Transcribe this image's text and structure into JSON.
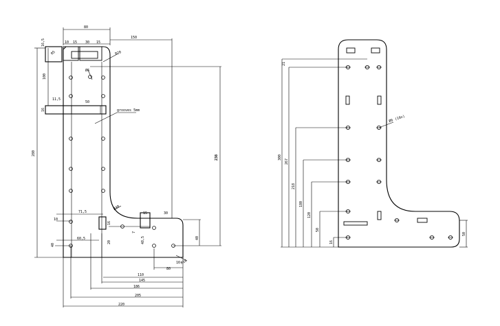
{
  "left_view": {
    "dimensions": {
      "top_width": "80",
      "top_right_overall": "150",
      "top_offsets": [
        "10",
        "15",
        "30",
        "15"
      ],
      "top_small_left": "16,5",
      "top_small_right": "R5",
      "top_radius": "R20",
      "left_height_offset": "100",
      "left_bar_offset": "11,5",
      "slot_width": "50",
      "slot_height": "16",
      "overall_height": "280",
      "right_height": "238",
      "inner_radius": "R40",
      "bottom_left_offset": "10",
      "bottom_left_width": "71,5",
      "bottom_lower": "40",
      "bottom_span": "60,5",
      "bottom_mid": "20",
      "bottom_small_a": "15",
      "bottom_small_b": "16",
      "bottom_small_c": "7",
      "bottom_vertical": "48,5",
      "bottom_right_top": "30",
      "bottom_right_height": "40",
      "bottom_right_width": "80",
      "corner_radius": "R10",
      "bottom_corner_small": "16",
      "bottom_chain": [
        "110",
        "145",
        "186",
        "205",
        "220"
      ]
    },
    "annotation_note": "grooves 5mm",
    "hole_callout": "Ø6"
  },
  "right_view": {
    "hole_callout": "Ø6 (10x)",
    "left_dimensions": [
      "300",
      "267",
      "218",
      "180",
      "120",
      "50",
      "16"
    ],
    "top_small": "21",
    "bottom_right_height": "50"
  }
}
